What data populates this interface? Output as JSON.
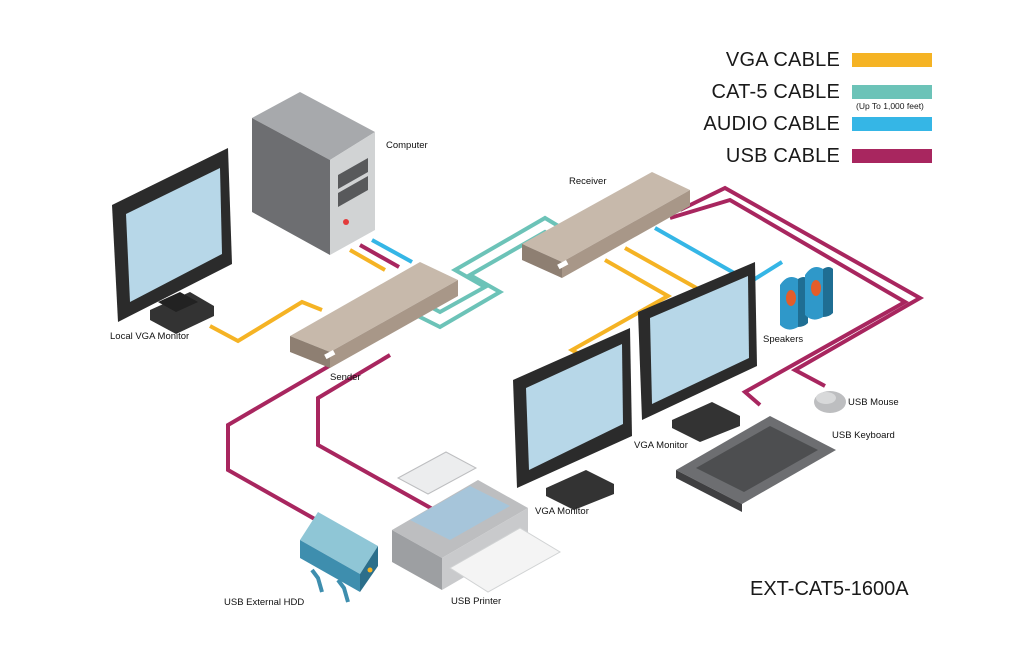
{
  "legend": [
    {
      "label": "VGA CABLE",
      "color": "#F5B324"
    },
    {
      "label": "CAT-5 CABLE",
      "note": "(Up To 1,000 feet)",
      "color": "#6CC3B8"
    },
    {
      "label": "AUDIO CABLE",
      "color": "#35B6E6"
    },
    {
      "label": "USB CABLE",
      "color": "#A8265F"
    }
  ],
  "labels": {
    "computer": "Computer",
    "receiver": "Receiver",
    "local_vga_monitor": "Local VGA Monitor",
    "sender": "Sender",
    "speakers": "Speakers",
    "usb_mouse": "USB Mouse",
    "vga_monitor_right": "VGA Monitor",
    "usb_keyboard": "USB Keyboard",
    "vga_monitor_left": "VGA Monitor",
    "usb_external_hdd": "USB External HDD",
    "usb_printer": "USB Printer"
  },
  "model": "EXT-CAT5-1600A",
  "colors": {
    "vga": "#F5B324",
    "cat5": "#6CC3B8",
    "audio": "#35B6E6",
    "usb": "#A8265F",
    "device_tan": "#B8A898",
    "screen": "#B7D7E8"
  }
}
